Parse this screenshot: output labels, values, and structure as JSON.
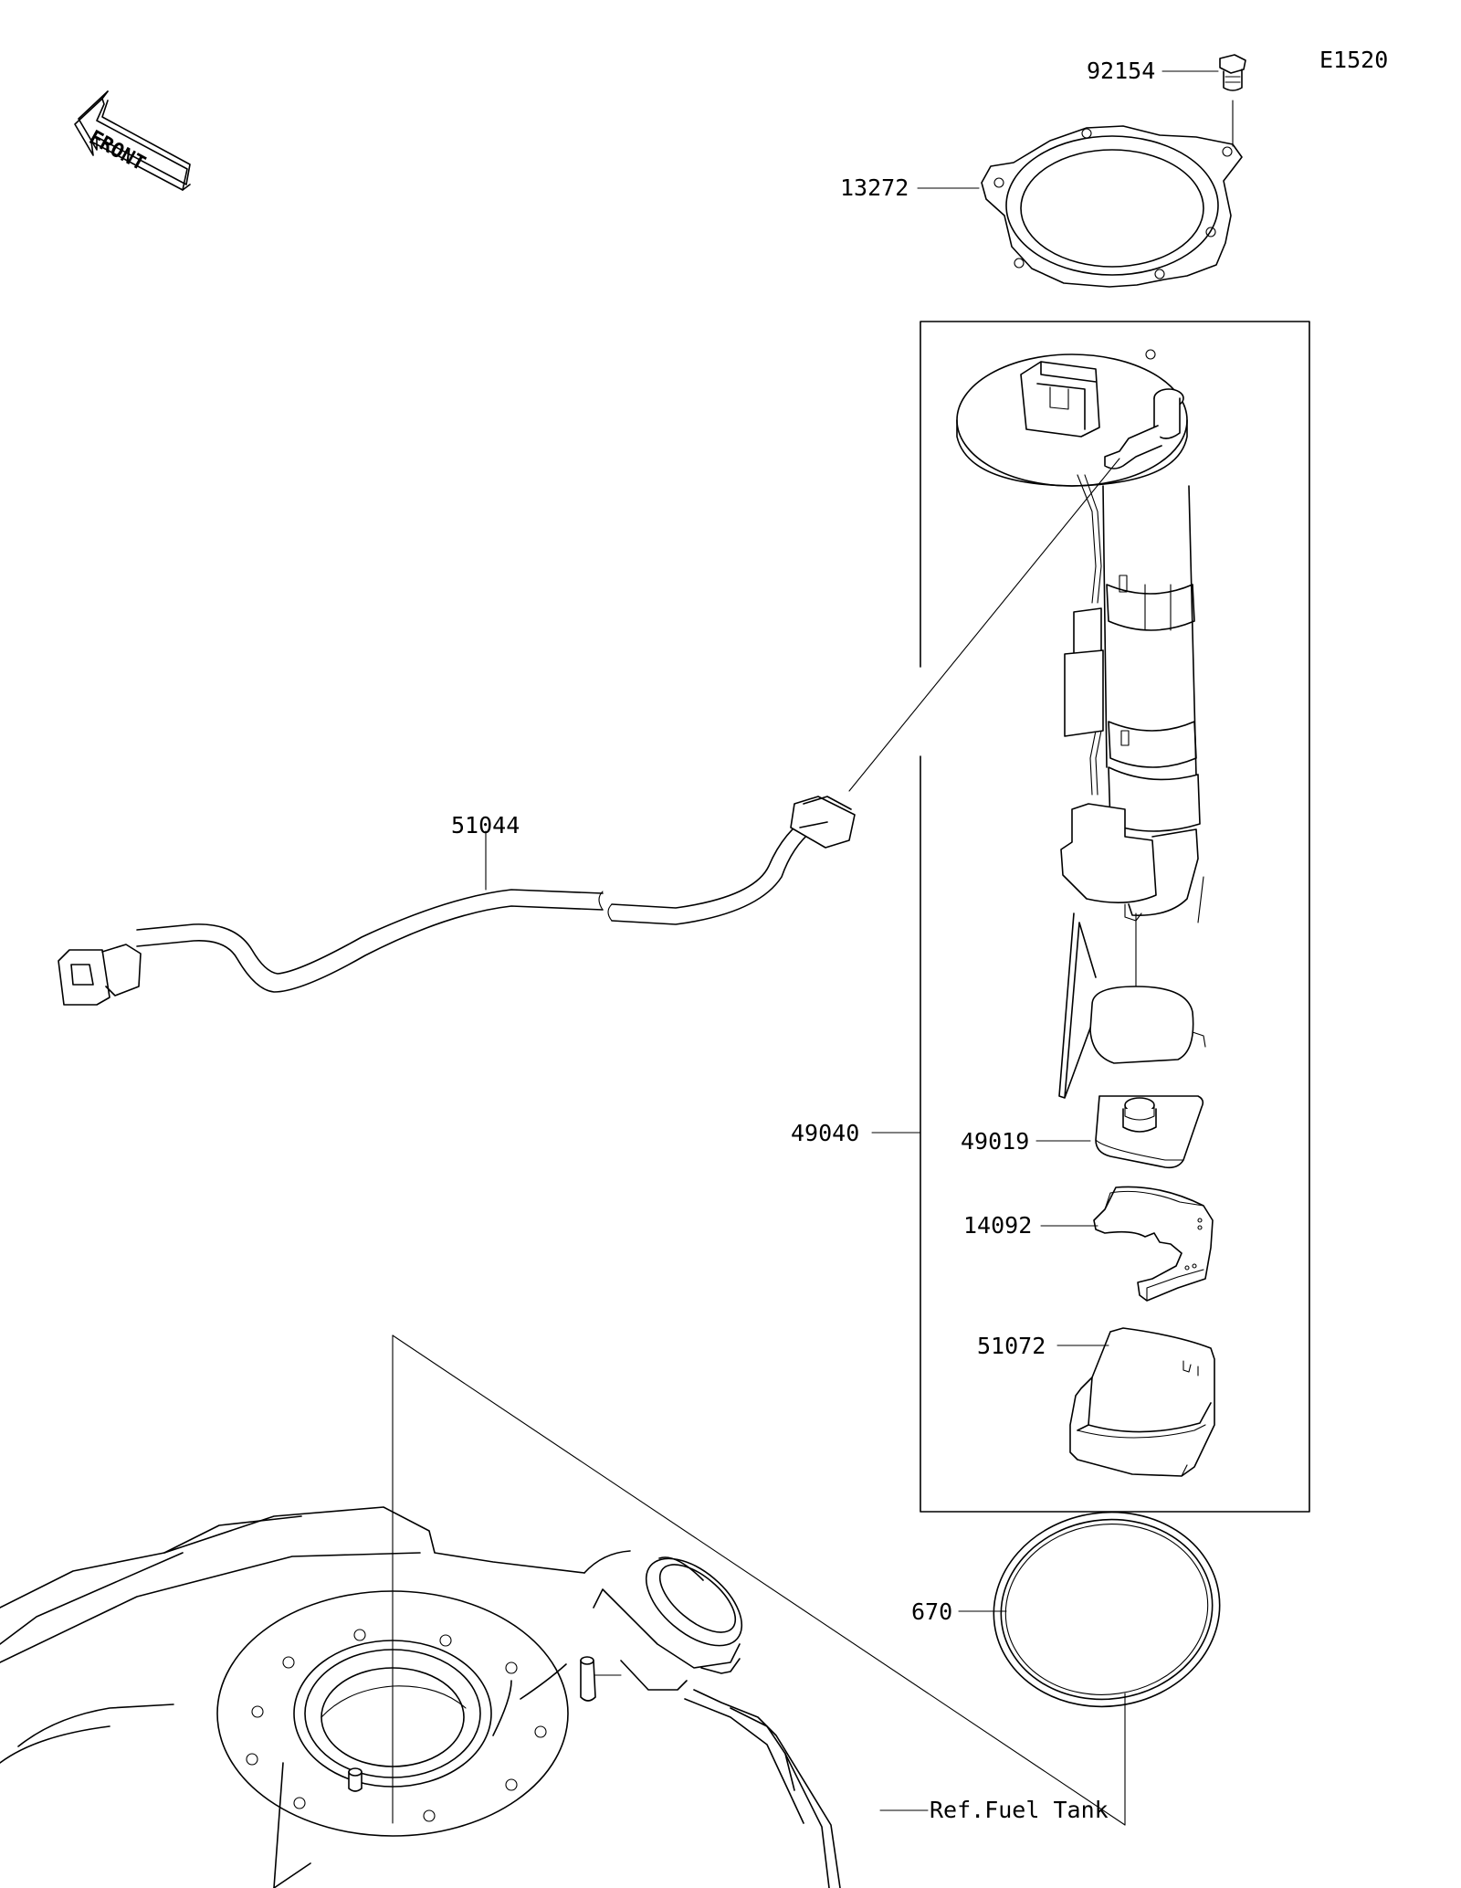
{
  "diagram_code": "E1520",
  "front_indicator": "FRONT",
  "parts": [
    {
      "id": "bolt",
      "number": "92154"
    },
    {
      "id": "plate",
      "number": "13272"
    },
    {
      "id": "hose",
      "number": "51044"
    },
    {
      "id": "pump-assembly",
      "number": "49040"
    },
    {
      "id": "filter",
      "number": "49019"
    },
    {
      "id": "bracket",
      "number": "14092"
    },
    {
      "id": "cover",
      "number": "51072"
    },
    {
      "id": "gasket",
      "number": "670"
    }
  ],
  "reference_label": "Ref.Fuel Tank",
  "icons": [
    "front-arrow-icon",
    "bolt-icon"
  ]
}
